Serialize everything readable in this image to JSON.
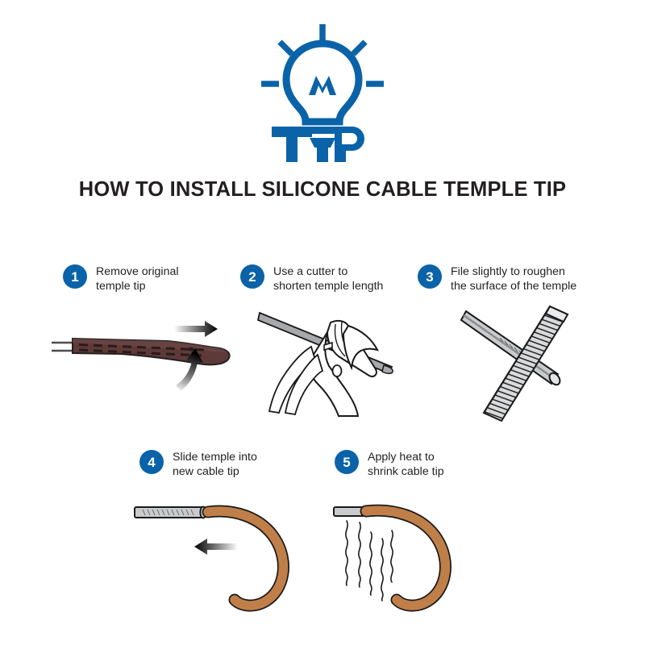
{
  "header": {
    "logo_icon": "lightbulb-icon",
    "logo_word": "TIP",
    "brand_color": "#0a63a8"
  },
  "title": "HOW TO INSTALL SILICONE CABLE TEMPLE TIP",
  "colors": {
    "accent": "#0a63a8",
    "badge_text": "#ffffff",
    "body_text": "#231f20",
    "temple_brown": "#5d3a38",
    "temple_brown_dark": "#3f2422",
    "cable_tan": "#c07f49",
    "cable_tan_dark": "#a96a38",
    "metal_grey": "#a7a9ac",
    "outline": "#1a1a1a",
    "background": "#ffffff"
  },
  "steps": [
    {
      "number": "1",
      "text": "Remove original\ntemple tip",
      "art_name": "temple-with-tip-illustration",
      "art_items": [
        "old-temple-tip",
        "pull-off-arrow",
        "peel-arrow"
      ]
    },
    {
      "number": "2",
      "text": "Use a cutter to\nshorten temple length",
      "art_name": "cutter-illustration",
      "art_items": [
        "pliers-cutter",
        "temple-rod"
      ]
    },
    {
      "number": "3",
      "text": "File slightly to roughen\nthe surface of the temple",
      "art_name": "file-illustration",
      "art_items": [
        "metal-file",
        "temple-rod"
      ]
    },
    {
      "number": "4",
      "text": "Slide temple into\nnew cable tip",
      "art_name": "slide-temple-illustration",
      "art_items": [
        "roughened-temple-rod",
        "insert-arrow",
        "new-cable-tip"
      ]
    },
    {
      "number": "5",
      "text": "Apply heat to\nshrink cable tip",
      "art_name": "heat-shrink-illustration",
      "art_items": [
        "temple-rod",
        "heat-waves",
        "cable-tip"
      ]
    }
  ]
}
